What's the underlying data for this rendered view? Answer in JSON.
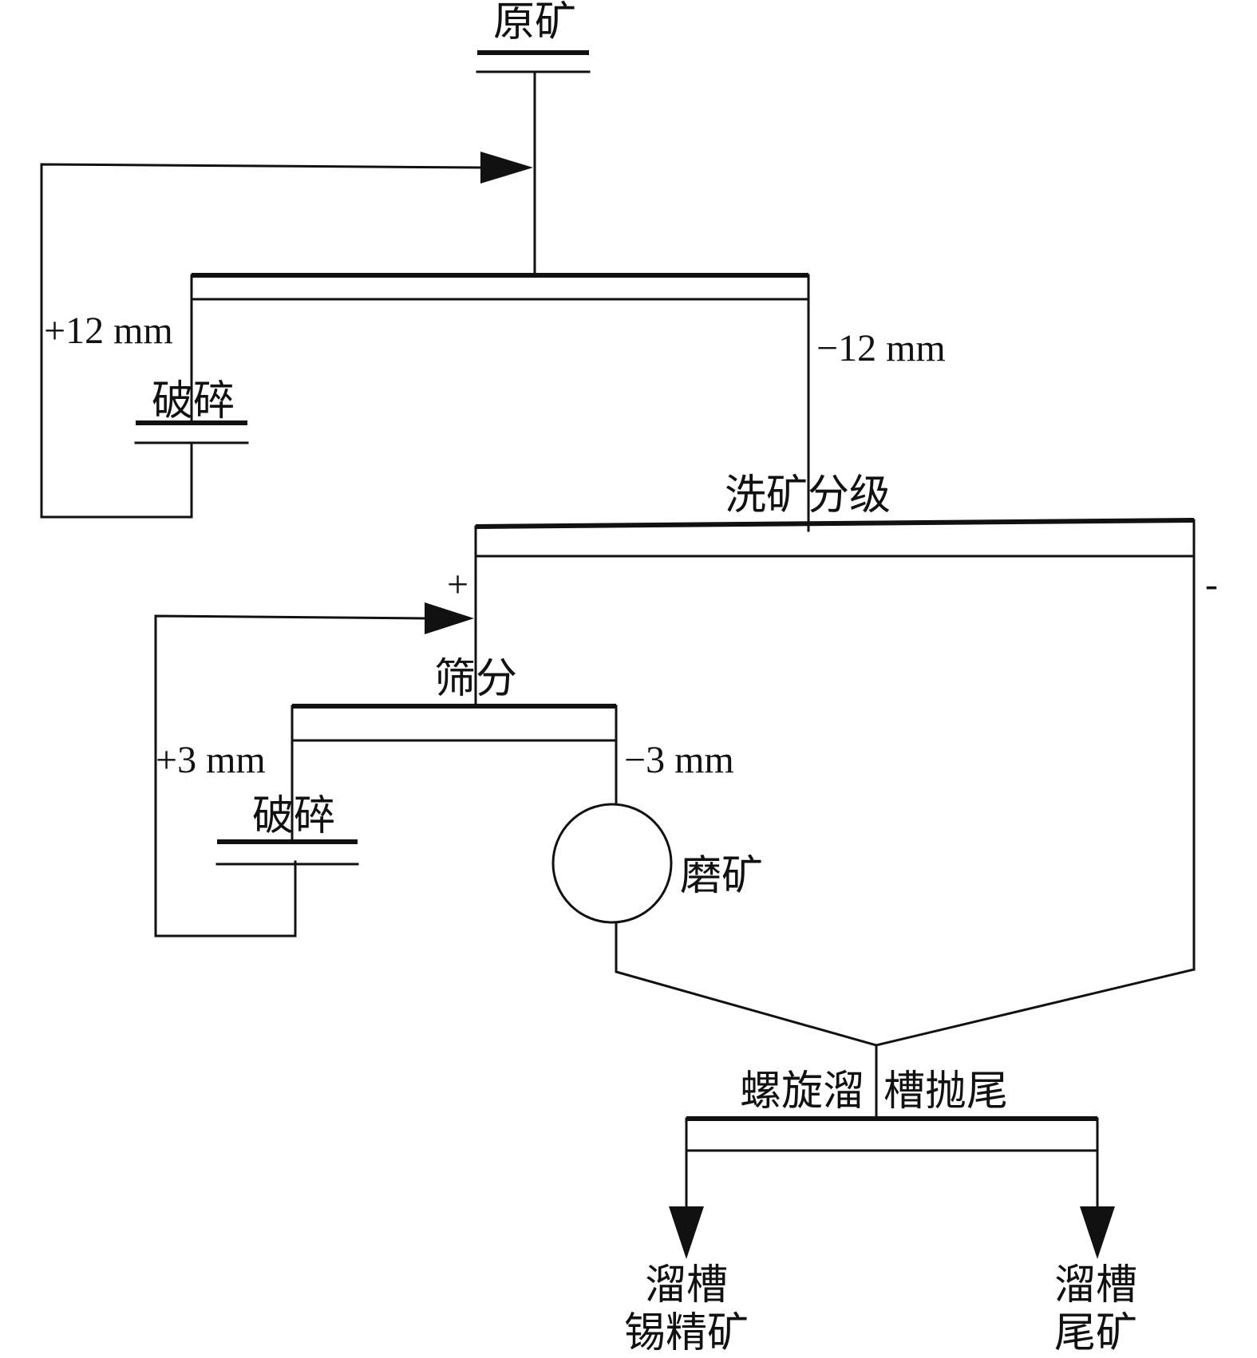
{
  "nodes": {
    "raw_ore": "原矿",
    "crushing_1": "破碎",
    "washing_classification": "洗矿分级",
    "screening": "筛分",
    "crushing_2": "破碎",
    "grinding": "磨矿",
    "spiral_chute_part1": "螺旋溜",
    "spiral_chute_part2": "槽抛尾",
    "product_1_line1": "溜槽",
    "product_1_line2": "锡精矿",
    "product_2_line1": "溜槽",
    "product_2_line2": "尾矿"
  },
  "streams": {
    "oversize_12": "+12 mm",
    "undersize_12": "−12 mm",
    "plus_sign": "+",
    "minus_sign": "-",
    "oversize_3": "+3 mm",
    "undersize_3": "−3 mm"
  }
}
